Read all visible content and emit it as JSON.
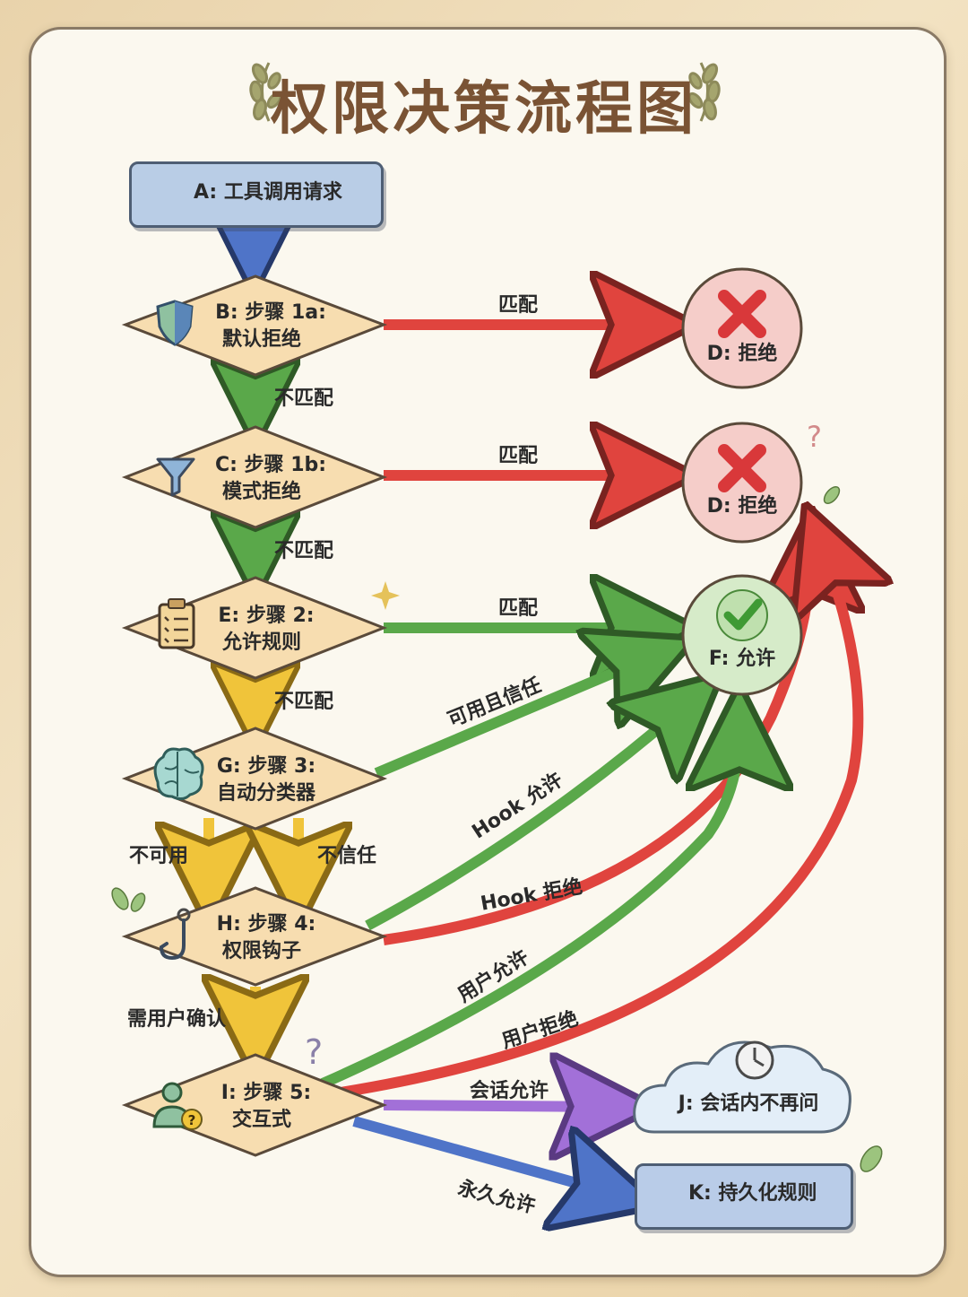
{
  "title": "权限决策流程图",
  "nodes": {
    "A": {
      "label": "A: 工具调用请求",
      "icon": "gear-icon"
    },
    "B": {
      "line1": "B: 步骤 1a:",
      "line2": "默认拒绝",
      "icon": "shield-icon"
    },
    "C": {
      "line1": "C: 步骤 1b:",
      "line2": "模式拒绝",
      "icon": "funnel-icon"
    },
    "E": {
      "line1": "E: 步骤 2:",
      "line2": "允许规则",
      "icon": "clipboard-icon"
    },
    "G": {
      "line1": "G: 步骤 3:",
      "line2": "自动分类器",
      "icon": "brain-icon"
    },
    "H": {
      "line1": "H: 步骤 4:",
      "line2": "权限钩子",
      "icon": "hook-icon"
    },
    "I": {
      "line1": "I: 步骤 5:",
      "line2": "交互式",
      "icon": "user-question-icon"
    },
    "D1": {
      "label": "D: 拒绝",
      "icon": "x-icon"
    },
    "D2": {
      "label": "D: 拒绝",
      "icon": "x-icon"
    },
    "F": {
      "label": "F: 允许",
      "icon": "check-icon"
    },
    "J": {
      "label": "J: 会话内不再问",
      "icon": "clock-icon"
    },
    "K": {
      "label": "K: 持久化规则",
      "icon": "database-icon"
    }
  },
  "edges": {
    "b_d": "匹配",
    "b_c": "不匹配",
    "c_d": "匹配",
    "c_e": "不匹配",
    "e_f": "匹配",
    "e_g": "不匹配",
    "g_f": "可用且信任",
    "g_h_unavailable": "不可用",
    "g_h_untrusted": "不信任",
    "h_f": "Hook 允许",
    "h_d": "Hook 拒绝",
    "h_i": "需用户确认",
    "i_f": "用户允许",
    "i_d": "用户拒绝",
    "i_j": "会话允许",
    "i_k": "永久允许"
  },
  "colors": {
    "deny": "#e0443e",
    "allow": "#5aa84a",
    "flow_yellow": "#f0c43a",
    "flow_blue": "#4f74c8",
    "session_purple": "#a270d8",
    "diamond_fill": "#f7ddb0",
    "title": "#7a5334"
  }
}
